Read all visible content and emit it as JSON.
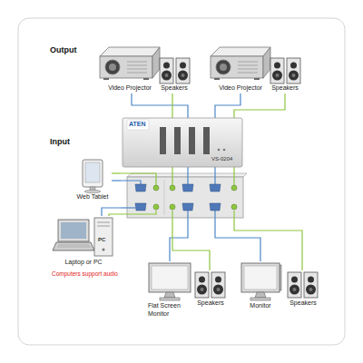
{
  "diagram": {
    "nodes": [
      {
        "text": [
          "Video Projector"
        ]
      },
      {
        "text": [
          "Speakers"
        ]
      },
      {
        "text": [
          "Video Projector"
        ]
      },
      {
        "text": [
          "Speakers"
        ]
      },
      {
        "text": [
          "ATEN",
          "VS-0204"
        ]
      },
      {
        "text": [
          "Web Tablet"
        ]
      },
      {
        "text": [
          "Laptop or PC"
        ]
      },
      {
        "text": [
          "Flat Screen Monitor"
        ]
      },
      {
        "text": [
          "Speakers"
        ]
      },
      {
        "text": [
          "Monitor"
        ]
      },
      {
        "text": [
          "Speakers"
        ]
      }
    ],
    "edges": [
      {
        "from": 4,
        "to": 0,
        "arrow": "none"
      },
      {
        "from": 4,
        "to": 1,
        "arrow": "none"
      },
      {
        "from": 4,
        "to": 2,
        "arrow": "none"
      },
      {
        "from": 4,
        "to": 3,
        "arrow": "none"
      },
      {
        "from": 5,
        "to": 4,
        "arrow": "none"
      },
      {
        "from": 5,
        "to": 4,
        "arrow": "none"
      },
      {
        "from": 6,
        "to": 4,
        "arrow": "none"
      },
      {
        "from": 6,
        "to": 4,
        "arrow": "none"
      },
      {
        "from": 4,
        "to": 7,
        "arrow": "none"
      },
      {
        "from": 4,
        "to": 8,
        "arrow": "none"
      },
      {
        "from": 4,
        "to": 9,
        "arrow": "none"
      },
      {
        "from": 4,
        "to": 10,
        "arrow": "none"
      }
    ],
    "labels": [
      "Output",
      "Input",
      "PC",
      "Computers support audio"
    ]
  }
}
